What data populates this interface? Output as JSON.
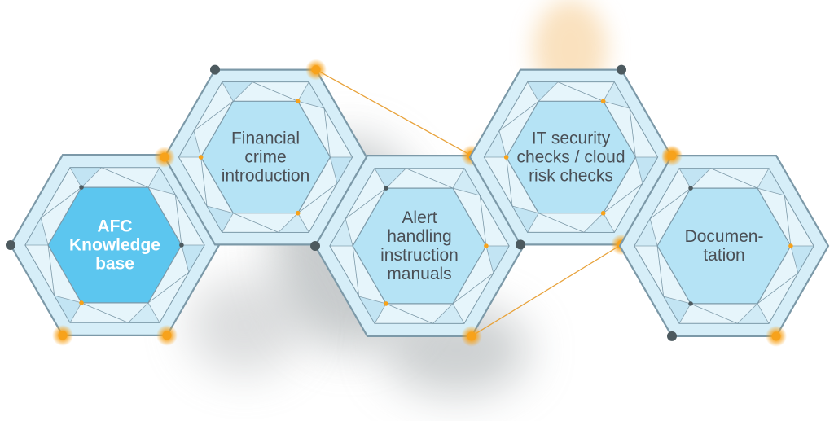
{
  "diagram": {
    "nodes": [
      {
        "id": "afc",
        "label": "AFC\nKnowledge\nbase",
        "highlight": true
      },
      {
        "id": "financial",
        "label": "Financial\ncrime\nintroduction",
        "highlight": false
      },
      {
        "id": "alert",
        "label": "Alert\nhandling\ninstruction\nmanuals",
        "highlight": false
      },
      {
        "id": "itsec",
        "label": "IT security\nchecks / cloud\nrisk checks",
        "highlight": false
      },
      {
        "id": "documentation",
        "label": "Documen-\ntation",
        "highlight": false
      }
    ]
  },
  "colors": {
    "highlight_fill": "#5cc6ef",
    "normal_fill": "#b5e3f5",
    "outer_fill": "#d6eef8",
    "frame": "#7c99a8",
    "orange": "#f7a21b",
    "dark_dot": "#4d5a5f",
    "text": "#4a4f55"
  }
}
